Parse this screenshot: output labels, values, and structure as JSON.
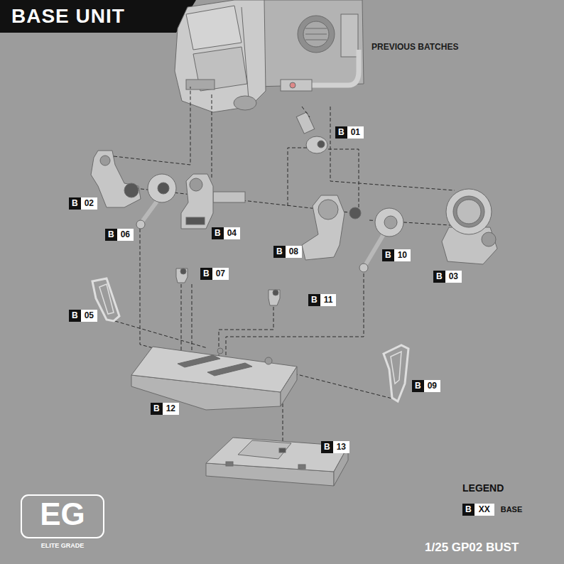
{
  "diagram": {
    "title": "BASE UNIT",
    "nodes": [
      {
        "text": [
          "B",
          "01"
        ]
      },
      {
        "text": [
          "B",
          "02"
        ]
      },
      {
        "text": [
          "B",
          "06"
        ]
      },
      {
        "text": [
          "B",
          "04"
        ]
      },
      {
        "text": [
          "B",
          "08"
        ]
      },
      {
        "text": [
          "B",
          "10"
        ]
      },
      {
        "text": [
          "B",
          "03"
        ]
      },
      {
        "text": [
          "B",
          "07"
        ]
      },
      {
        "text": [
          "B",
          "05"
        ]
      },
      {
        "text": [
          "B",
          "11"
        ]
      },
      {
        "text": [
          "B",
          "12"
        ]
      },
      {
        "text": [
          "B",
          "09"
        ]
      },
      {
        "text": [
          "B",
          "13"
        ]
      }
    ],
    "labels": [
      "PREVIOUS BATCHES",
      "EG",
      "ELITE GRADE",
      "LEGEND",
      "B",
      "XX",
      "1/25 GP02 BUST"
    ],
    "legend": [
      {
        "text": "BASE"
      }
    ]
  }
}
